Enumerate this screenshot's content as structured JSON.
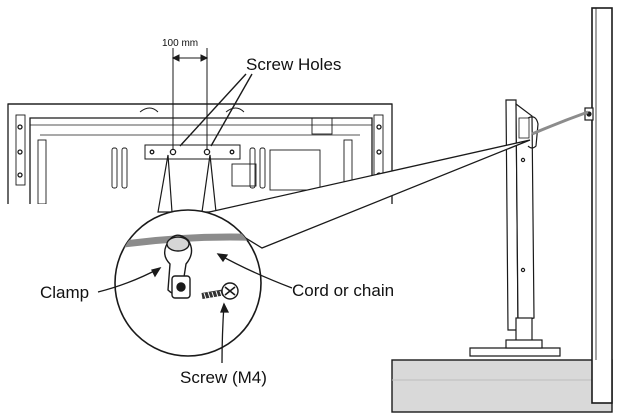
{
  "labels": {
    "dimension": "100 mm",
    "screw_holes": "Screw Holes",
    "cord_or_chain": "Cord or chain",
    "clamp": "Clamp",
    "screw": "Screw (M4)"
  },
  "colors": {
    "line": "#1a1a1a",
    "cord": "#8c8c8c",
    "floor_fill": "#d9d9d9",
    "wall_fill": "#ffffff"
  }
}
